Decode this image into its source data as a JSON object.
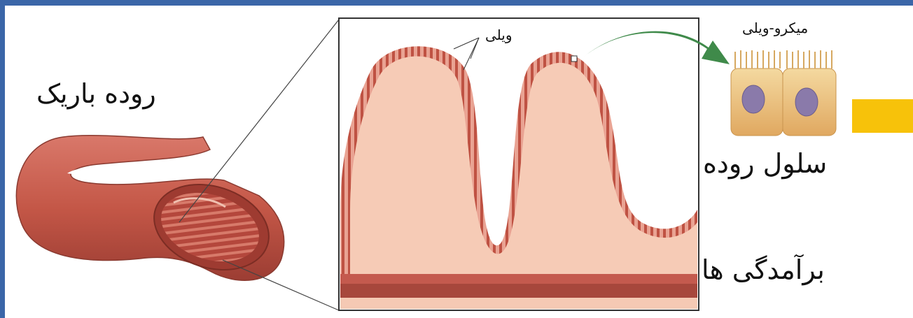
{
  "labels": {
    "small_intestine": "روده باریک",
    "villi": "ویلی",
    "microvilli": "میکرو-ویلی",
    "intestinal_cell": "سلول روده",
    "folds": "برآمدگی ها"
  },
  "colors": {
    "frame": "#3b66a8",
    "accent_square": "#f7c20a",
    "intestine": "#c85a4a",
    "tissue": "#f6cbb6",
    "villi": "#c4584a",
    "cell": "#f0c57a",
    "nucleus": "#8a7aaa",
    "arrow": "#3f8a4a"
  }
}
